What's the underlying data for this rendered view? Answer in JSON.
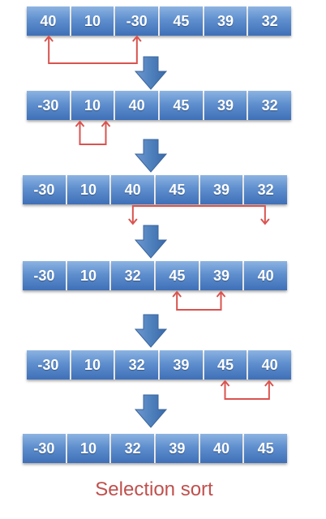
{
  "rows": [
    {
      "values": [
        "40",
        "10",
        "-30",
        "45",
        "39",
        "32"
      ],
      "swap": [
        0,
        2
      ]
    },
    {
      "values": [
        "-30",
        "10",
        "40",
        "45",
        "39",
        "32"
      ],
      "swap": [
        1,
        1
      ]
    },
    {
      "values": [
        "-30",
        "10",
        "40",
        "45",
        "39",
        "32"
      ],
      "swap": [
        2,
        5
      ]
    },
    {
      "values": [
        "-30",
        "10",
        "32",
        "45",
        "39",
        "40"
      ],
      "swap": [
        3,
        4
      ]
    },
    {
      "values": [
        "-30",
        "10",
        "32",
        "39",
        "45",
        "40"
      ],
      "swap": [
        4,
        5
      ]
    },
    {
      "values": [
        "-30",
        "10",
        "32",
        "39",
        "40",
        "45"
      ]
    }
  ],
  "caption": "Selection sort",
  "colors": {
    "swap_arrow": "#d9534f",
    "down_arrow": "#4f81bd",
    "cell": "#4f81bd",
    "caption": "#c0504d"
  }
}
